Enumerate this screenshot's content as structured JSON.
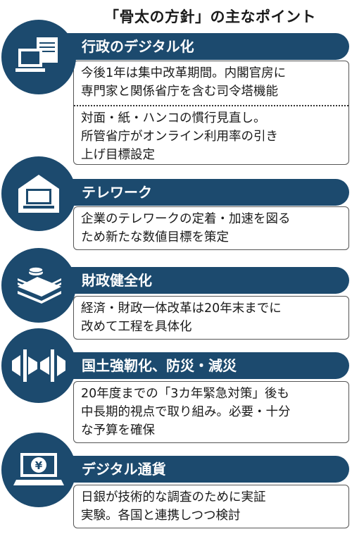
{
  "title": "「骨太の方針」の主なポイント",
  "colors": {
    "navy": "#1c4a6e",
    "text": "#1a1a1a",
    "border": "#555555"
  },
  "sections": [
    {
      "label": "行政のデジタル化",
      "icon": "computer-documents-icon",
      "items": [
        [
          "今後1年は集中改革期間。内閣官房に",
          "専門家と関係省庁を含む司令塔機能"
        ],
        [
          "対面・紙・ハンコの慣行見直し。",
          "所管省庁がオンライン利用率の引き",
          "上げ目標設定"
        ]
      ]
    },
    {
      "label": "テレワーク",
      "icon": "home-laptop-icon",
      "items": [
        [
          "企業のテレワークの定着・加速を図る",
          "ため新たな数値目標を策定"
        ]
      ]
    },
    {
      "label": "財政健全化",
      "icon": "money-stack-icon",
      "items": [
        [
          "経済・財政一体改革は20年末までに",
          "改めて工程を具体化"
        ]
      ]
    },
    {
      "label": "国土強靭化、防災・減災",
      "icon": "embankment-icon",
      "items": [
        [
          "20年度までの「3カ年緊急対策」後も",
          "中長期的視点で取り組み。必要・十分",
          "な予算を確保"
        ]
      ]
    },
    {
      "label": "デジタル通貨",
      "icon": "yen-laptop-icon",
      "items": [
        [
          "日銀が技術的な調査のために実証",
          "実験。各国と連携しつつ検討"
        ]
      ]
    }
  ]
}
